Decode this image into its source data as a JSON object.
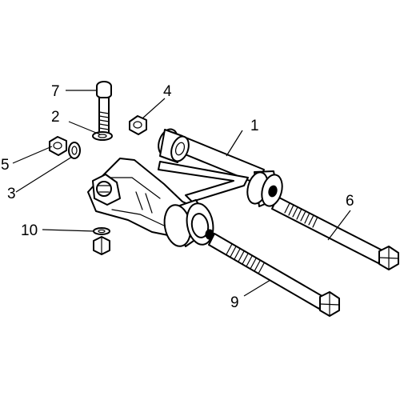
{
  "labels": {
    "l1": "1",
    "l2": "2",
    "l3": "3",
    "l4": "4",
    "l5": "5",
    "l6": "6",
    "l7": "7",
    "l9": "9",
    "l10": "10"
  },
  "colors": {
    "line": "#000000",
    "background": "#ffffff"
  }
}
